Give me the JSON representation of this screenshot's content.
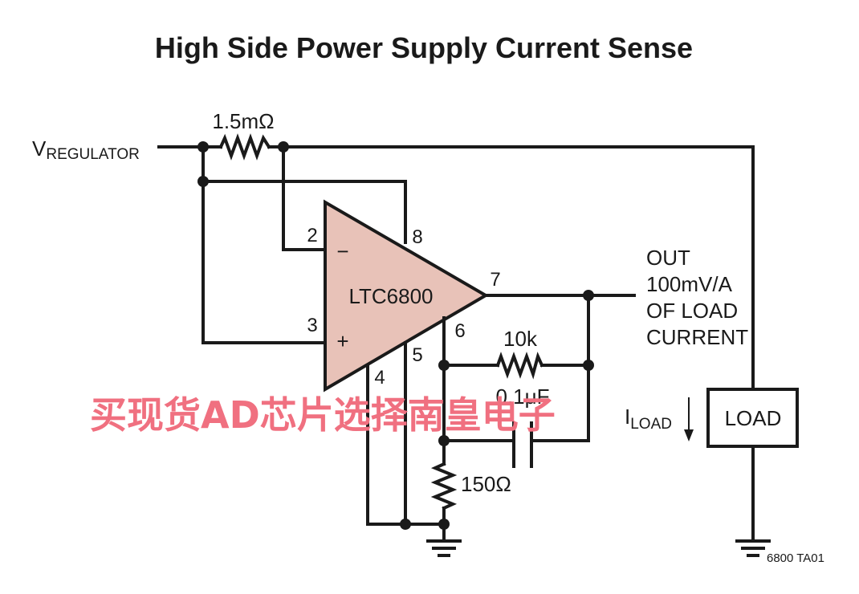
{
  "title": "High Side Power Supply Current Sense",
  "inputs": {
    "v_main": "V",
    "v_sub": "REGULATOR"
  },
  "components": {
    "sense_resistor": "1.5mΩ",
    "ic": "LTC6800",
    "feedback_resistor": "10k",
    "capacitor": "0.1μF",
    "gain_resistor": "150Ω",
    "load": "LOAD"
  },
  "pins": {
    "p2": "2",
    "p3": "3",
    "p4": "4",
    "p5": "5",
    "p6": "6",
    "p7": "7",
    "p8": "8",
    "minus": "−",
    "plus": "+"
  },
  "output": {
    "line1": "OUT",
    "line2": "100mV/A",
    "line3": "OF LOAD",
    "line4": "CURRENT"
  },
  "load_current": {
    "main": "I",
    "sub": "LOAD",
    "arrow": "↓"
  },
  "figure_id": "6800 TA01",
  "watermark": "买现货AD芯片选择南皇电子",
  "colors": {
    "ic_fill": "#e8c2b8",
    "wire": "#1a1a1a",
    "watermark": "#f07080"
  }
}
